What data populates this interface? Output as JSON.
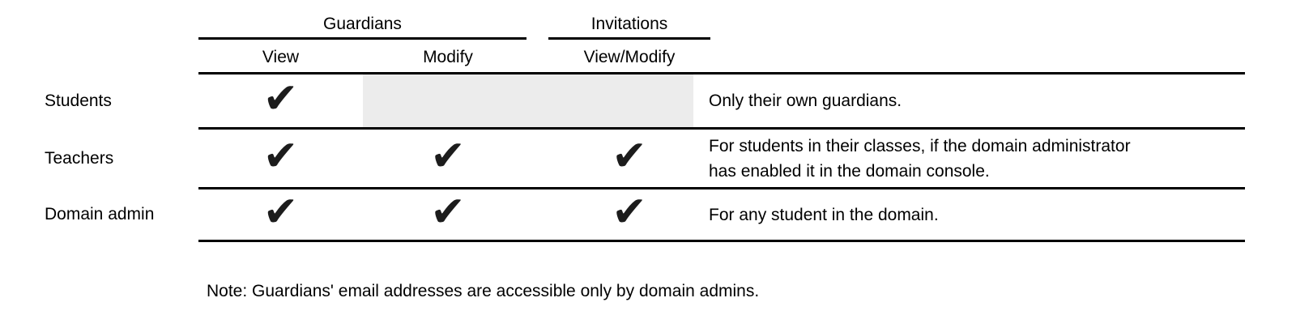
{
  "table": {
    "column_groups": [
      {
        "label": "Guardians"
      },
      {
        "label": "Invitations"
      }
    ],
    "sub_columns": [
      {
        "group": "Guardians",
        "label": "View"
      },
      {
        "group": "Guardians",
        "label": "Modify"
      },
      {
        "group": "Invitations",
        "label": "View/Modify"
      }
    ],
    "checkmark_glyph": "✔",
    "rows": [
      {
        "role": "Students",
        "permissions": {
          "view": true,
          "modify": false,
          "view_modify": false
        },
        "note_lines": [
          "Only their own guardians."
        ]
      },
      {
        "role": "Teachers",
        "permissions": {
          "view": true,
          "modify": true,
          "view_modify": true
        },
        "note_lines": [
          "For students in their classes, if the domain administrator",
          "has enabled it in the domain console."
        ]
      },
      {
        "role": "Domain admin",
        "permissions": {
          "view": true,
          "modify": true,
          "view_modify": true
        },
        "note_lines": [
          "For any student in the domain."
        ]
      }
    ]
  },
  "footnote": "Note: Guardians' email addresses are accessible only by domain admins.",
  "colors": {
    "text": "#000000",
    "rule_line": "#000000",
    "disabled_cell_bg": "#ececec",
    "checkmark": "#1c1c1c"
  }
}
